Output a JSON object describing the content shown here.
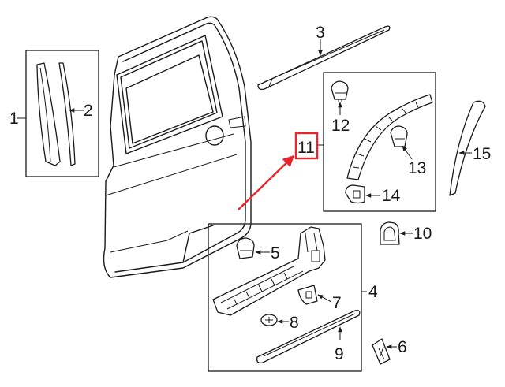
{
  "callouts": {
    "c1": "1",
    "c2": "2",
    "c3": "3",
    "c4": "4",
    "c5": "5",
    "c6": "6",
    "c7": "7",
    "c8": "8",
    "c9": "9",
    "c10": "10",
    "c11": "11",
    "c12": "12",
    "c13": "13",
    "c14": "14",
    "c15": "15"
  },
  "colors": {
    "highlight": "#e8232a",
    "line": "#1a1a1a"
  },
  "icons": [
    "arrow-head-icon",
    "red-pointer-arrow-icon",
    "clip-icon",
    "bolt-icon"
  ]
}
